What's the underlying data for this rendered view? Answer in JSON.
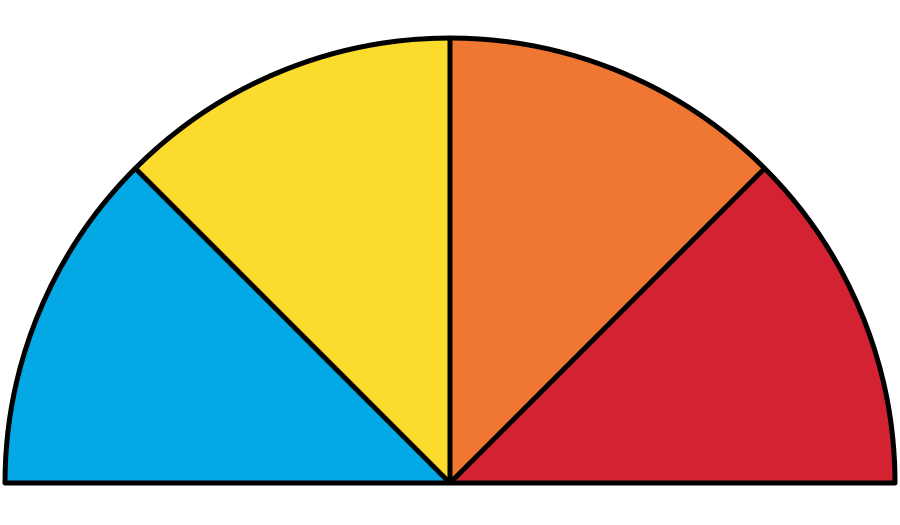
{
  "diagram": {
    "shape": "semicircle",
    "segments": [
      {
        "name": "left",
        "color": "#03A8E4"
      },
      {
        "name": "center-left",
        "color": "#FBDB2B"
      },
      {
        "name": "center-right",
        "color": "#EF7732"
      },
      {
        "name": "right",
        "color": "#D32333"
      }
    ],
    "outline_color": "#000000"
  }
}
